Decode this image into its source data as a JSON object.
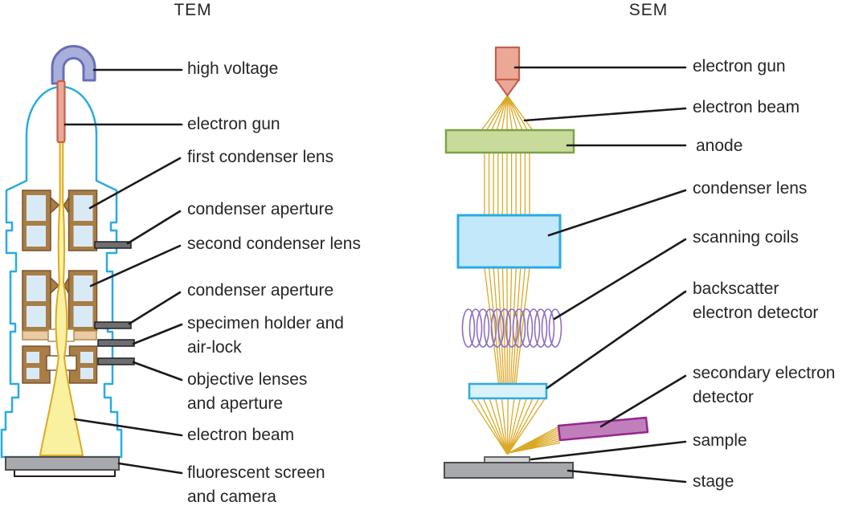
{
  "titles": {
    "tem": "TEM",
    "sem": "SEM"
  },
  "tem_labels": {
    "high_voltage": "high voltage",
    "electron_gun": "electron gun",
    "first_condenser_lens": "first condenser lens",
    "condenser_aperture_1": "condenser aperture",
    "second_condenser_lens": "second condenser lens",
    "condenser_aperture_2": "condenser aperture",
    "specimen_holder": "specimen holder and\nair-lock",
    "objective_lenses": "objective lenses\nand aperture",
    "electron_beam": "electron beam",
    "fluorescent_screen": "fluorescent screen\nand camera"
  },
  "sem_labels": {
    "electron_gun": "electron gun",
    "electron_beam": "electron beam",
    "anode": "anode",
    "condenser_lens": "condenser lens",
    "scanning_coils": "scanning coils",
    "backscatter_detector": "backscatter\nelectron detector",
    "secondary_detector": "secondary electron\ndetector",
    "sample": "sample",
    "stage": "stage"
  },
  "colors": {
    "outline-blue": "#29ABE2",
    "beam-gold": "#DBA927",
    "beam-pale": "#FAF1A0",
    "lens-brown": "#A87E45",
    "lens-brown-dark": "#7A5230",
    "window-blue": "#D9EAF7",
    "hook-purple": "#A9AFDB",
    "hook-purple-dark": "#6770B5",
    "gun-salmon": "#EBA897",
    "gun-salmon-dark": "#C4614A",
    "holder-tan": "#EACBA3",
    "holder-tan-dark": "#B08C55",
    "rod-gray": "#6D6E71",
    "anode-green": "#C8DB9B",
    "anode-green-dark": "#7BA345",
    "condenser-fill": "#C3E8FA",
    "coil-purple": "#8B6FC0",
    "backscatter-fill": "#D9F1F9",
    "detector-magenta": "#C07FBB",
    "detector-magenta-dark": "#93278F",
    "screen-gray": "#A7A9AC",
    "sample-gray": "#D1D3D4",
    "line-black": "#1A1A1A",
    "text": "#262626"
  }
}
